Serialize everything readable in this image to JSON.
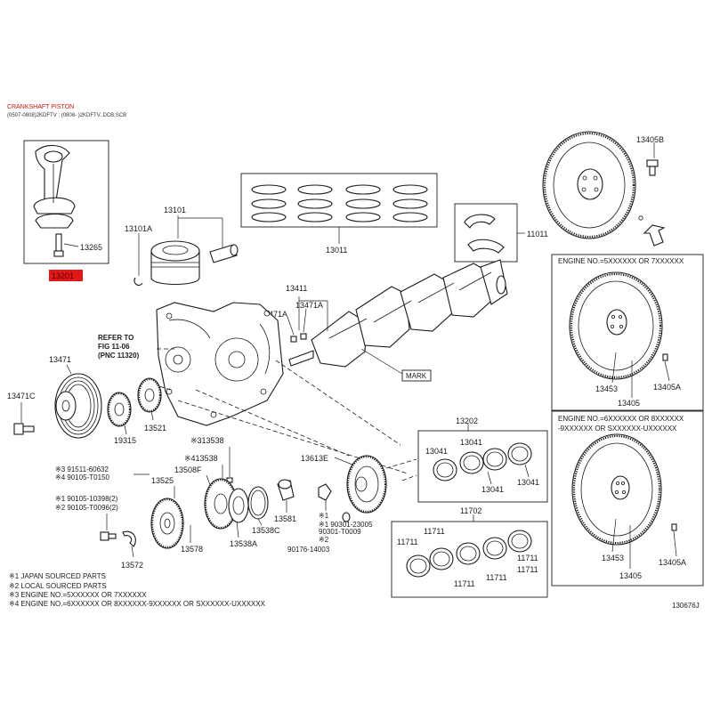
{
  "header": {
    "title": "CRANKSHAFT PISTON",
    "subtitle": "(0507-0808)2KDFTV ; (0808- )2KDFTV..DCB,SCB"
  },
  "colors": {
    "highlight": "#e01818",
    "ink": "#1a1a1a"
  },
  "parts": {
    "p13201": "13201",
    "p13265": "13265",
    "p13101": "13101",
    "p13101a": "13101A",
    "p13011": "13011",
    "p11011": "11011",
    "p13411": "13411",
    "p13471a_l": "13471A",
    "p13471a_r": "13471A",
    "mark": "MARK",
    "p13471": "13471",
    "p13471c": "13471C",
    "p19315": "19315",
    "p13521": "13521",
    "p13405b": "13405B",
    "p13453_a": "13453",
    "p13405a_a": "13405A",
    "p13405_a": "13405",
    "p13453_b": "13453",
    "p13405a_b": "13405A",
    "p13405_b": "13405",
    "p13202": "13202",
    "p13041_1": "13041",
    "p13041_2": "13041",
    "p13041_3": "13041",
    "p13041_4": "13041",
    "p11702": "11702",
    "p11711_1": "11711",
    "p11711_2": "11711",
    "p11711_3": "11711",
    "p11711_4": "11711",
    "p11711_5": "11711",
    "p11711_6": "11711",
    "p13538": "※313538",
    "p413538": "※413538",
    "p13508f": "13508F",
    "p13525": "13525",
    "p13578": "13578",
    "p13538a": "13538A",
    "p13538c": "13538C",
    "p13581": "13581",
    "p13613e": "13613E",
    "p13572": "13572",
    "p90176": "90176-14003",
    "b91511": "※3 91511-60632",
    "b90105t0150": "※4 90105-T0150",
    "b90105_10398": "※1 90105-10398(2)",
    "b90105_t0096": "※2 90105-T0096(2)",
    "b90301_23005": "※1  90301-23005",
    "b90301_t0009": "90301-T0009",
    "star2": "※2"
  },
  "refer": {
    "line1": "REFER TO",
    "line2": "FIG 11-06",
    "line3": "(PNC 11320)"
  },
  "engine_notes": {
    "box1": "ENGINE NO.=5XXXXXX OR 7XXXXXX",
    "box2_line1": "ENGINE NO.=6XXXXXX OR 8XXXXXX",
    "box2_line2": "-9XXXXXX OR SXXXXXX-UXXXXXX"
  },
  "legend": [
    "※1 JAPAN SOURCED PARTS",
    "※2 LOCAL SOURCED PARTS",
    "※3 ENGINE NO.=5XXXXXX OR 7XXXXXX",
    "※4 ENGINE NO.=6XXXXXX OR 8XXXXXX-9XXXXXX OR SXXXXXX-UXXXXXX"
  ],
  "figure_number": "130676J"
}
